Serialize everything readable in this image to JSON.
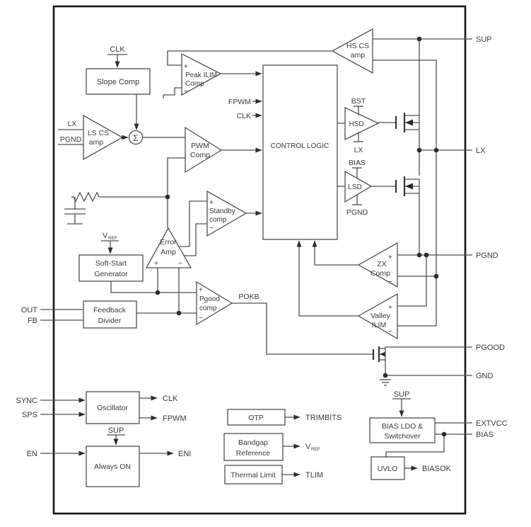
{
  "colors": {
    "background": "#ffffff",
    "wire": "#4f4f4f",
    "border": "#161616",
    "text": "#3a3a3a",
    "block_fill": "#ffffff"
  },
  "signals": {
    "plus": "+",
    "minus": "−",
    "sigma": "Σ"
  },
  "left_rail": {
    "out": "OUT",
    "fb": "FB",
    "sync": "SYNC",
    "sps": "SPS",
    "en": "EN"
  },
  "right_rail": {
    "sup": "SUP",
    "lx": "LX",
    "pgnd": "PGND",
    "pgood": "PGOOD",
    "gnd": "GND",
    "extvcc": "EXTVCC",
    "bias": "BIAS"
  },
  "control": {
    "clk_top": "CLK",
    "slope_comp": "Slope Comp",
    "peak_ilim_comp": [
      "Peak ILIM",
      "Comp"
    ],
    "ls_cs_amp": [
      "LS CS",
      "amp"
    ],
    "lx_stub": "LX",
    "pgnd_stub": "PGND",
    "pwm_comp": [
      "PWM",
      "Comp"
    ],
    "fpwm_in": "FPWM",
    "clk_in": "CLK",
    "control_logic": "CONTROL LOGIC",
    "standby_comp": [
      "Standby",
      "comp"
    ],
    "error_amp": [
      "Error",
      "Amp"
    ],
    "pgood_comp": [
      "Pgood",
      "comp"
    ],
    "pokb": "POKB"
  },
  "power_stage": {
    "hs_cs_amp": [
      "HS CS",
      "amp"
    ],
    "hsd": "HSD",
    "bst": "BST",
    "lx_below_hsd": "LX",
    "lsd": "LSD",
    "bias_above_lsd": "BIAS",
    "pgnd_below_lsd": "PGND",
    "zx_comp": [
      "ZX",
      "Comp"
    ],
    "valley_ilim": [
      "Valley",
      "ILIM"
    ]
  },
  "references": {
    "vref": "V",
    "vref_sub": "REF",
    "soft_start": [
      "Soft-Start",
      "Generator"
    ],
    "feedback_divider": [
      "Feedback",
      "Divider"
    ]
  },
  "bottom": {
    "oscillator": "Oscillator",
    "clk_out": "CLK",
    "fpwm_out": "FPWM",
    "sup_osc": "SUP",
    "always_on": "Always ON",
    "eni": "ENI",
    "otp": "OTP",
    "trimbits": "TRIMBITS",
    "bandgap": [
      "Bandgap",
      "Reference"
    ],
    "vref_out": "V",
    "vref_out_sub": "REF",
    "thermal_limit": "Thermal Limit",
    "tlim": "TLIM",
    "sup_bias": "SUP",
    "bias_ldo": [
      "BIAS LDO &",
      "Switchover"
    ],
    "uvlo": "UVLO",
    "biasok": "BIASOK"
  }
}
